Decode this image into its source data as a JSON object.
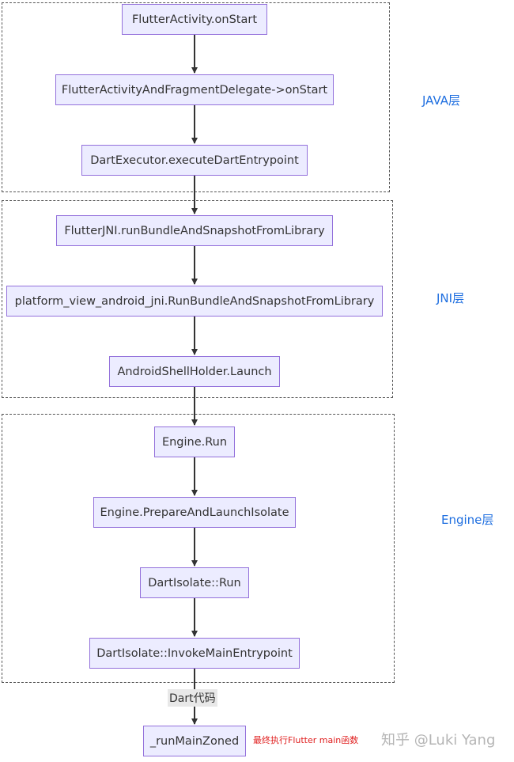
{
  "groups": {
    "java": {
      "label": "JAVA层"
    },
    "jni": {
      "label": "JNI层"
    },
    "engine": {
      "label": "Engine层"
    }
  },
  "nodes": {
    "flutter_activity_on_start": "FlutterActivity.onStart",
    "delegate_on_start": "FlutterActivityAndFragmentDelegate->onStart",
    "dart_executor": "DartExecutor.executeDartEntrypoint",
    "flutter_jni": "FlutterJNI.runBundleAndSnapshotFromLibrary",
    "platform_view_jni": "platform_view_android_jni.RunBundleAndSnapshotFromLibrary",
    "android_shell_holder": "AndroidShellHolder.Launch",
    "engine_run": "Engine.Run",
    "engine_prepare": "Engine.PrepareAndLaunchIsolate",
    "dart_isolate_run": "DartIsolate::Run",
    "dart_isolate_invoke": "DartIsolate::InvokeMainEntrypoint",
    "run_main_zoned": "_runMainZoned"
  },
  "edge_label": "Dart代码",
  "note": "最终执行Flutter main函数",
  "watermark": "知乎 @Luki Yang",
  "colors": {
    "node_fill": "#ececff",
    "node_border": "#9370db",
    "layer_label": "#1f6fe0",
    "note": "#e02020"
  }
}
